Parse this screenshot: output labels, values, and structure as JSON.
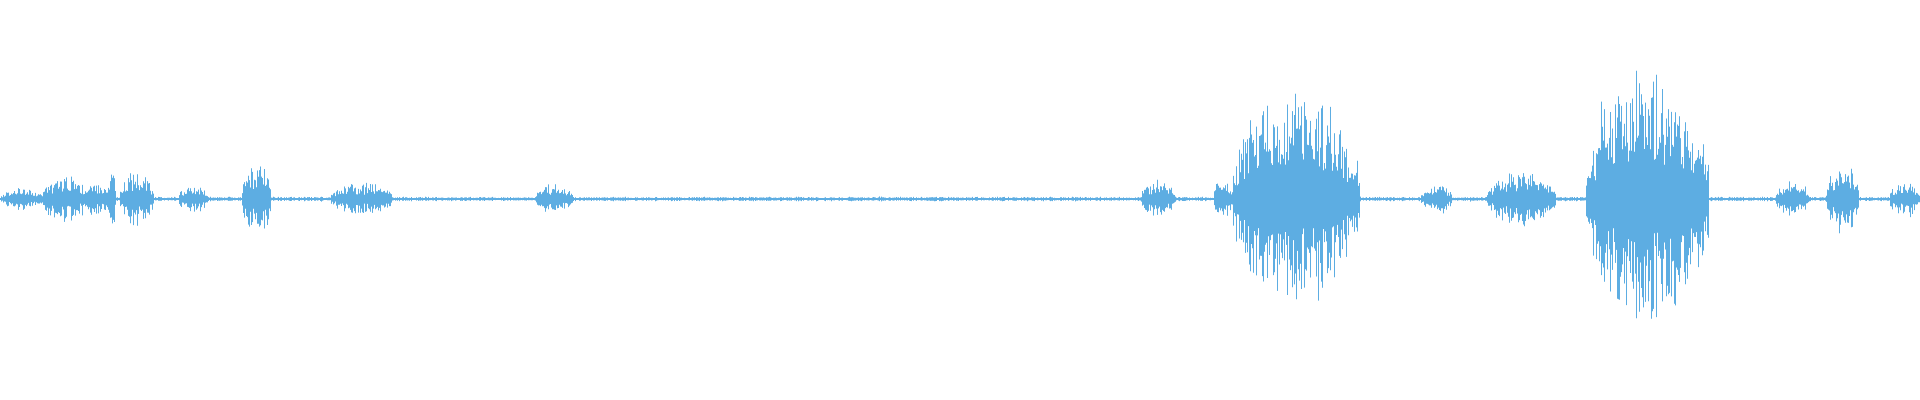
{
  "waveform": {
    "color": "#5dade2",
    "baseline_amplitude": 0.01,
    "segments": [
      {
        "start": 0.0,
        "end": 0.022,
        "amp": 0.05
      },
      {
        "start": 0.022,
        "end": 0.045,
        "amp": 0.11
      },
      {
        "start": 0.045,
        "end": 0.056,
        "amp": 0.09
      },
      {
        "start": 0.056,
        "end": 0.06,
        "amp": 0.16
      },
      {
        "start": 0.062,
        "end": 0.08,
        "amp": 0.13
      },
      {
        "start": 0.093,
        "end": 0.108,
        "amp": 0.07
      },
      {
        "start": 0.126,
        "end": 0.141,
        "amp": 0.17
      },
      {
        "start": 0.172,
        "end": 0.204,
        "amp": 0.07
      },
      {
        "start": 0.279,
        "end": 0.298,
        "amp": 0.07
      },
      {
        "start": 0.594,
        "end": 0.612,
        "amp": 0.08
      },
      {
        "start": 0.632,
        "end": 0.642,
        "amp": 0.09
      },
      {
        "start": 0.642,
        "end": 0.708,
        "amp": 0.48
      },
      {
        "start": 0.74,
        "end": 0.756,
        "amp": 0.07
      },
      {
        "start": 0.774,
        "end": 0.81,
        "amp": 0.13
      },
      {
        "start": 0.826,
        "end": 0.89,
        "amp": 0.58
      },
      {
        "start": 0.925,
        "end": 0.942,
        "amp": 0.09
      },
      {
        "start": 0.951,
        "end": 0.968,
        "amp": 0.16
      },
      {
        "start": 0.984,
        "end": 1.0,
        "amp": 0.08
      }
    ]
  }
}
